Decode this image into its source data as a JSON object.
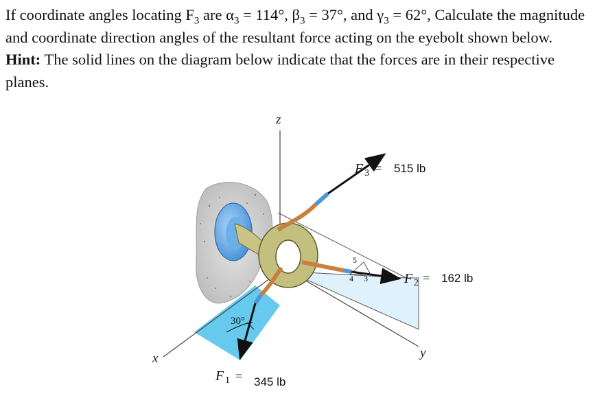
{
  "problem": {
    "intro": "If coordinate angles locating F",
    "alpha_text": " are α",
    "alpha_value": " = 114°, β",
    "beta_value": " = 37°, and γ",
    "gamma_value": " = 62°, Calculate the magnitude and coordinate direction angles of the resultant force acting on the eyebolt shown below. ",
    "hint_label": "Hint:",
    "hint_text": " The solid lines on the diagram below indicate that the forces are in their respective planes.",
    "subscript": "3"
  },
  "figure": {
    "axis_z": "z",
    "axis_x": "x",
    "axis_y": "y",
    "f3_symbol": "F",
    "f3_sub": "3",
    "f3_value": "515 lb",
    "f2_symbol": "F",
    "f2_sub": "2",
    "f2_value": "162 lb",
    "f1_symbol": "F",
    "f1_sub": "1",
    "f1_value": "345 lb",
    "equals": "=",
    "angle_label": "30°",
    "tri_5": "5",
    "tri_4": "4",
    "tri_3": "3"
  }
}
